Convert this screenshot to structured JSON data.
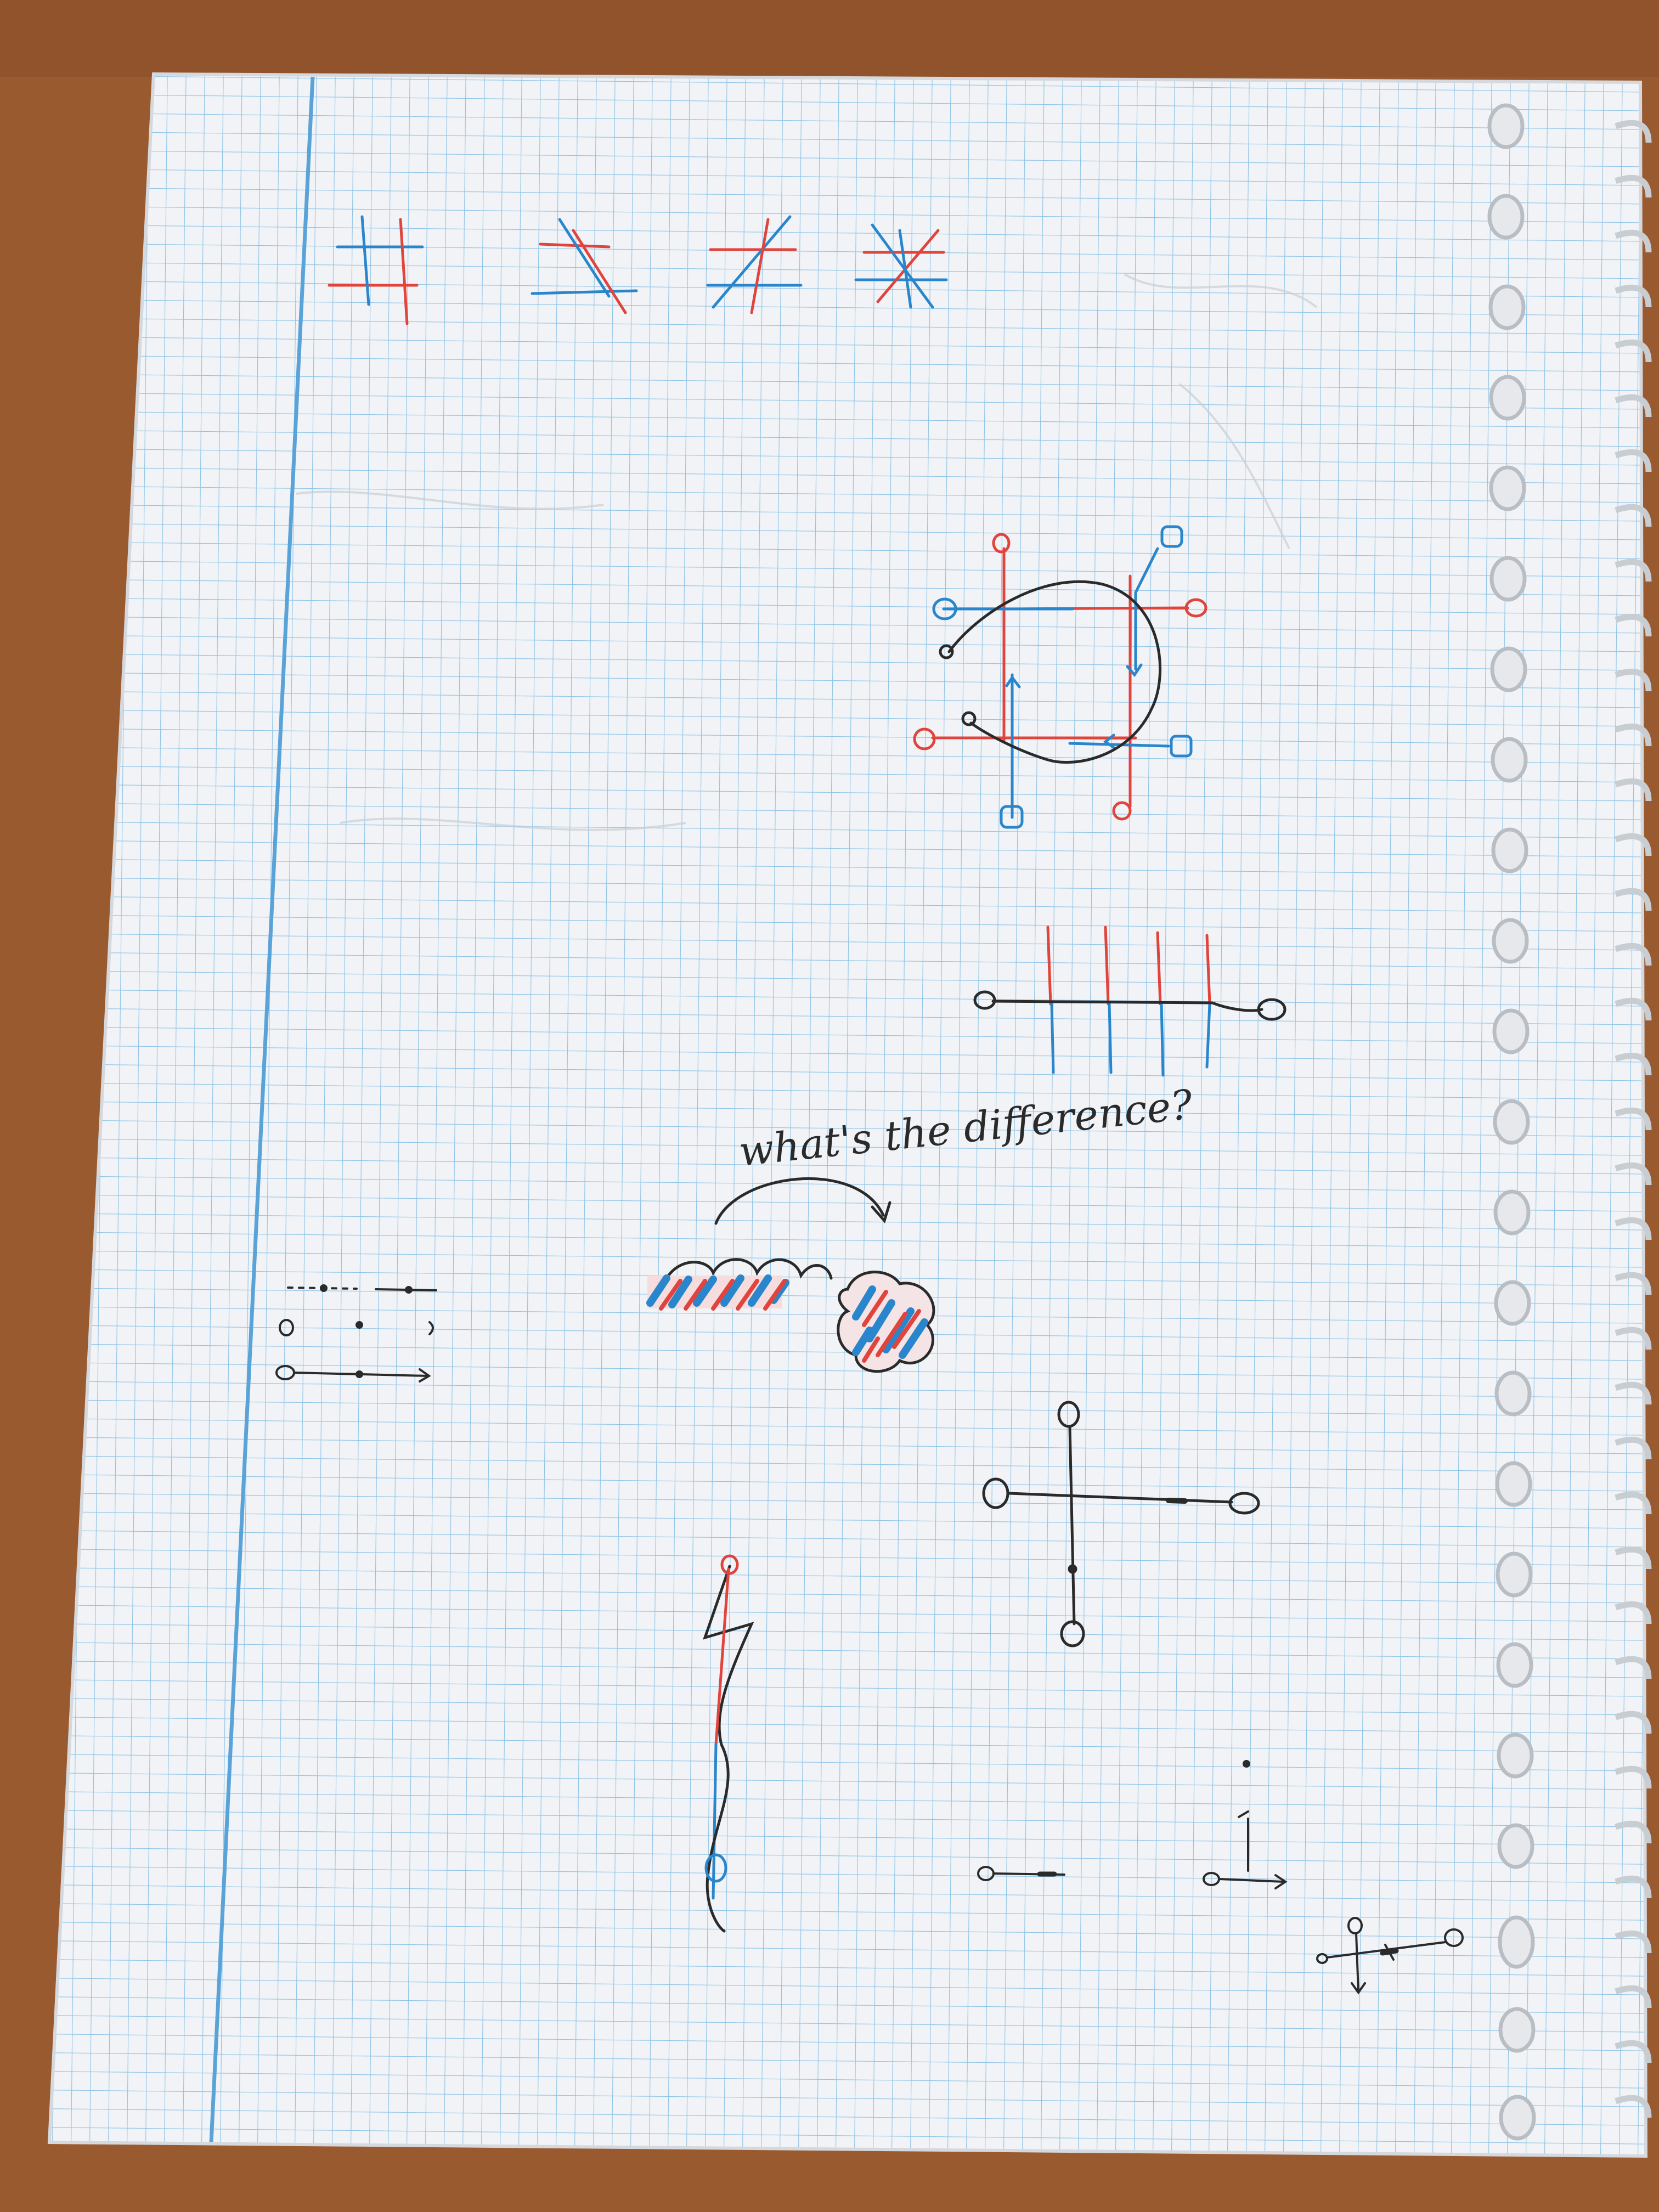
{
  "scene": {
    "background": "wooden desk",
    "object": "spiral notebook page, squared paper",
    "colors": {
      "desk": "#9a5a30",
      "paper": "#f1f3f6",
      "grid": "#8ec3e6",
      "margin_line": "#5aa3d8",
      "pen_red": "#e0443c",
      "pen_blue": "#2a86cc",
      "pen_black": "#2a2a2a"
    }
  },
  "annotation": {
    "question": "what's the difference?"
  },
  "icons": [
    "crossing-lines-sketch",
    "knot-diagram-sketch",
    "strand-diagram-sketch",
    "hatched-blob-sketch",
    "spiral-binding-rings"
  ]
}
